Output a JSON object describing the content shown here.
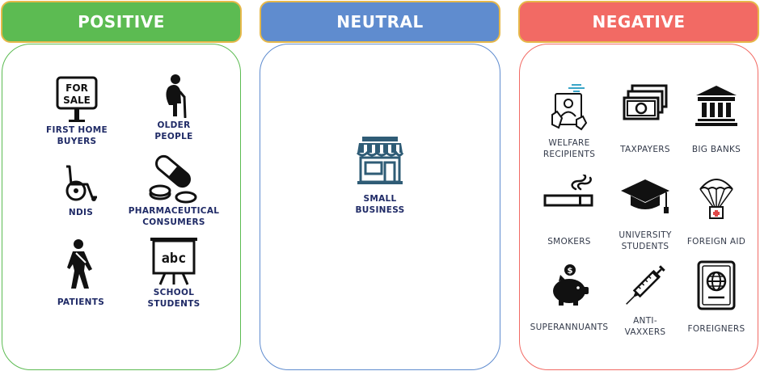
{
  "colors": {
    "positive": "#5cbb52",
    "neutral": "#5f8ccf",
    "negative": "#f26a64",
    "header_border": "#e6b84a",
    "label_navy": "#1f2a66"
  },
  "positive": {
    "title": "POSITIVE",
    "items": [
      {
        "label": "FIRST HOME\nBUYERS",
        "icon": "for-sale-sign-icon"
      },
      {
        "label": "OLDER\nPEOPLE",
        "icon": "elderly-person-icon"
      },
      {
        "label": "NDIS",
        "icon": "wheelchair-icon"
      },
      {
        "label": "PHARMACEUTICAL\nCONSUMERS",
        "icon": "pills-icon"
      },
      {
        "label": "PATIENTS",
        "icon": "injured-patient-icon"
      },
      {
        "label": "SCHOOL\nSTUDENTS",
        "icon": "abc-board-icon",
        "board_text": "abc"
      }
    ]
  },
  "neutral": {
    "title": "NEUTRAL",
    "items": [
      {
        "label": "SMALL\nBUSINESS",
        "icon": "shop-icon"
      }
    ]
  },
  "negative": {
    "title": "NEGATIVE",
    "items": [
      {
        "label": "WELFARE\nRECIPIENTS",
        "icon": "id-document-icon"
      },
      {
        "label": "TAXPAYERS",
        "icon": "money-stack-icon"
      },
      {
        "label": "BIG BANKS",
        "icon": "bank-building-icon"
      },
      {
        "label": "SMOKERS",
        "icon": "cigarette-icon"
      },
      {
        "label": "UNIVERSITY\nSTUDENTS",
        "icon": "graduation-cap-icon"
      },
      {
        "label": "FOREIGN AID",
        "icon": "aid-parachute-icon"
      },
      {
        "label": "SUPERANNUANTS",
        "icon": "piggy-bank-icon",
        "coin_symbol": "$"
      },
      {
        "label": "ANTI-\nVAXXERS",
        "icon": "syringe-icon"
      },
      {
        "label": "FOREIGNERS",
        "icon": "passport-icon"
      }
    ]
  }
}
